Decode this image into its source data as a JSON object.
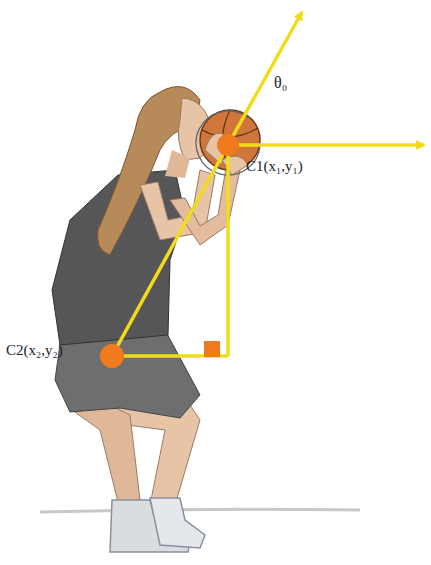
{
  "diagram": {
    "labels": [
      "θ₀",
      "C1(x₁,y₁)",
      "C2(x₂,y₂)"
    ]
  }
}
